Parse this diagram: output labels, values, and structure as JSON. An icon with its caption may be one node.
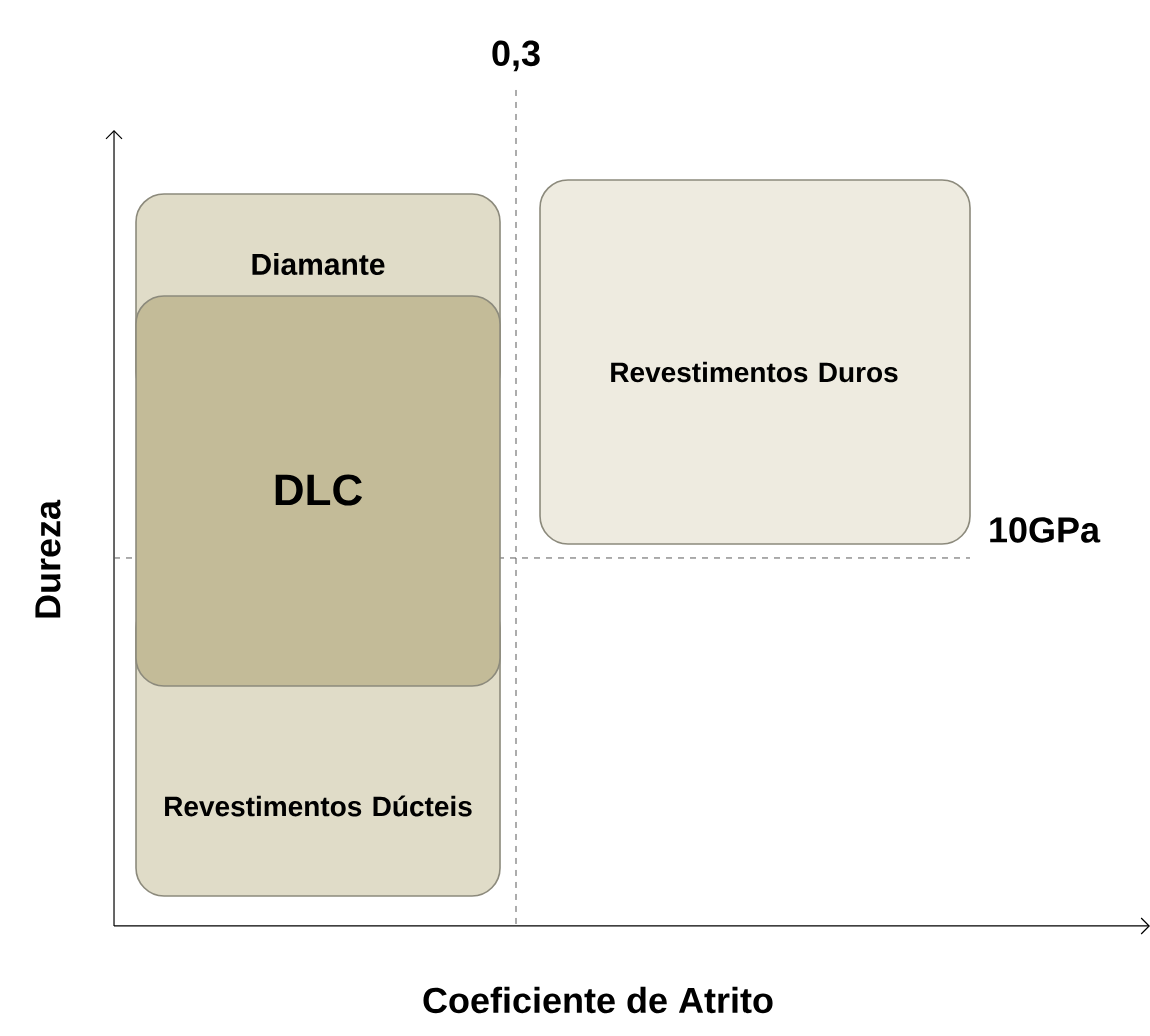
{
  "diagram": {
    "nodes": [
      {
        "text": [
          "Diamante"
        ]
      },
      {
        "text": [
          "DLC"
        ]
      },
      {
        "text": [
          "Revestimentos Duros"
        ]
      },
      {
        "text": [
          "Revestimentos Dúcteis"
        ]
      }
    ],
    "labels": [
      "0,3",
      "10GPa",
      "Dureza",
      "Coeficiente de Atrito"
    ]
  }
}
